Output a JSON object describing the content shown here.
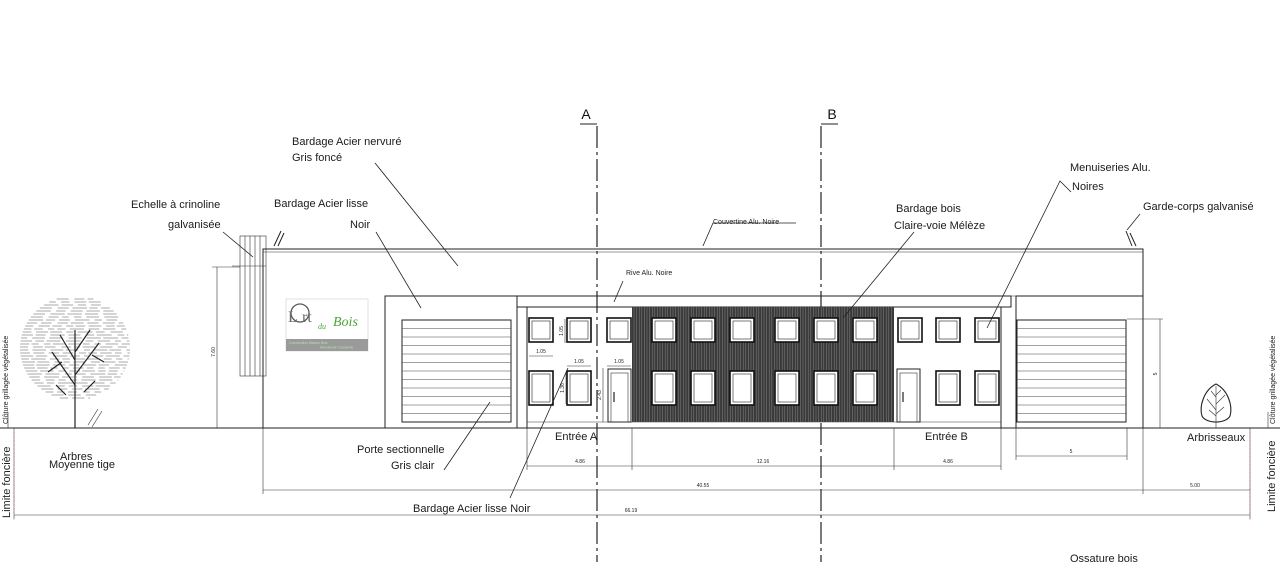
{
  "sections": {
    "a": "A",
    "b": "B"
  },
  "labels": {
    "bardage_acier_nervure_1": "Bardage Acier nervuré",
    "bardage_acier_nervure_2": "Gris foncé",
    "echelle_1": "Echelle à crinoline",
    "echelle_2": "galvanisée",
    "bardage_lisse_1": "Bardage Acier lisse",
    "bardage_lisse_2": "Noir",
    "couvertine": "Couvertine Alu. Noire",
    "rive": "Rive Alu. Noire",
    "bardage_bois_1": "Bardage bois",
    "bardage_bois_2": "Claire-voie Mélèze",
    "menuiseries_1": "Menuiseries Alu.",
    "menuiseries_2": "Noires",
    "garde_corps": "Garde-corps galvanisé",
    "entree_a": "Entrée A",
    "entree_b": "Entrée B",
    "porte_1": "Porte sectionnelle",
    "porte_2": "Gris clair",
    "bardage_lisse_noir": "Bardage Acier lisse Noir",
    "arbres_1": "Arbres",
    "arbres_2": "Moyenne tige",
    "arbrisseaux": "Arbrisseaux",
    "limite_fonciere": "Limite foncière",
    "cloture": "Clôture grillagée végétalisée",
    "ossature": "Ossature bois"
  },
  "logo": {
    "l": "L",
    "rt": "rt",
    "du": "du",
    "bois": "Bois",
    "line1": "Construction Maison Bois",
    "line2": "Menuiserie Charpente"
  },
  "dimensions": {
    "h_760": "7.60",
    "w_105a": "1.05",
    "w_105b": "1.05",
    "w_105c": "1.05",
    "h_105": "1.05",
    "h_136": "1.36",
    "h_243": "2.43",
    "h_5": "5",
    "w_486a": "4.86",
    "w_1216": "12.16",
    "w_486b": "4.86",
    "w_5": "5",
    "w_4055": "40.55",
    "w_500": "5.00",
    "w_6619": "66.19"
  },
  "colors": {
    "drawing": "#222222",
    "wood_cladding": "#3a3a3a",
    "logo_green": "#4aa63a"
  }
}
